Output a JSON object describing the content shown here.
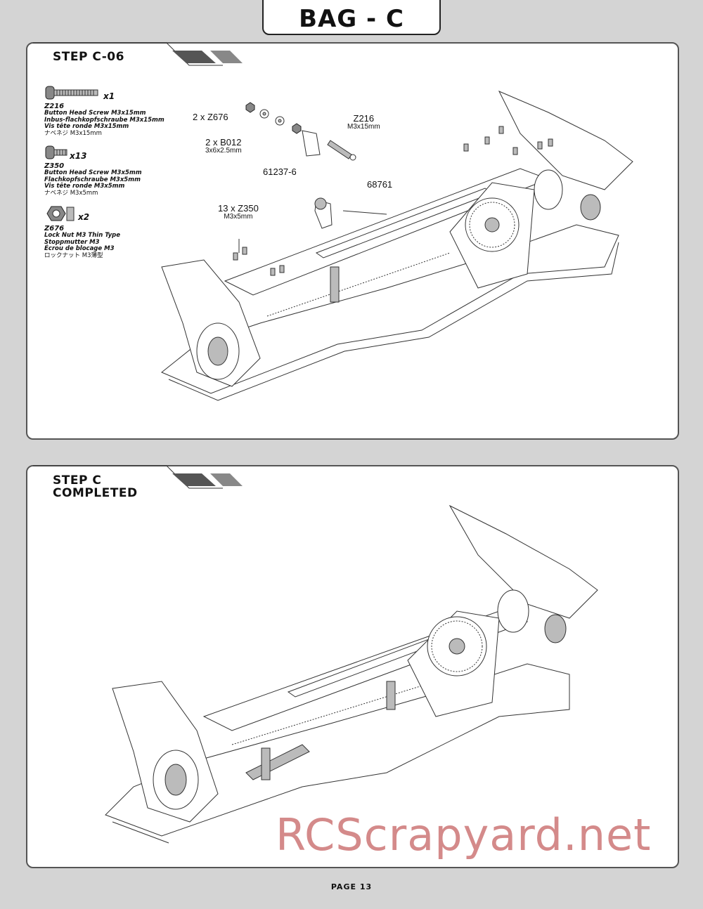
{
  "header": {
    "title": "BAG - C"
  },
  "step1": {
    "label": "STEP C-06",
    "parts": [
      {
        "qty": "x1",
        "code": "Z216",
        "icon": "button-head-screw-long",
        "lines": [
          "Button Head Screw M3x15mm",
          "Inbus-flachkopfschraube M3x15mm",
          "Vis tête ronde M3x15mm"
        ],
        "jp": "ナベネジ M3x15mm"
      },
      {
        "qty": "x13",
        "code": "Z350",
        "icon": "button-head-screw-short",
        "lines": [
          "Button Head Screw M3x5mm",
          "Flachkopfschraube M3x5mm",
          "Vis tête ronde M3x5mm"
        ],
        "jp": "ナベネジ M3x5mm"
      },
      {
        "qty": "x2",
        "code": "Z676",
        "icon": "lock-nut",
        "lines": [
          "Lock Nut M3 Thin Type",
          "Stoppmutter M3",
          "Écrou de blocage M3"
        ],
        "jp": "ロックナット M3薄型"
      }
    ],
    "callouts": {
      "z676": "2 x Z676",
      "b012": "2 x B012",
      "b012_size": "3x6x2.5mm",
      "z216": "Z216",
      "z216_size": "M3x15mm",
      "part_61237": "61237-6",
      "part_68761": "68761",
      "z350": "13 x Z350",
      "z350_size": "M3x5mm"
    }
  },
  "step2": {
    "label": "STEP C\nCOMPLETED"
  },
  "footer": {
    "page": "PAGE 13"
  },
  "watermark": "RCScrapyard.net"
}
